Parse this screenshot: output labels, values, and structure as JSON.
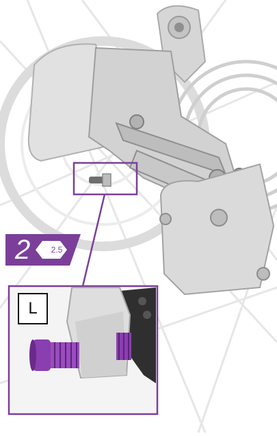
{
  "step": {
    "number": "2",
    "tool_size": "2.5"
  },
  "detail": {
    "side_label": "L"
  },
  "colors": {
    "accent": "#7b3f9a",
    "bolt": "#8a3fb0",
    "line_gray": "#c9c9c9"
  }
}
